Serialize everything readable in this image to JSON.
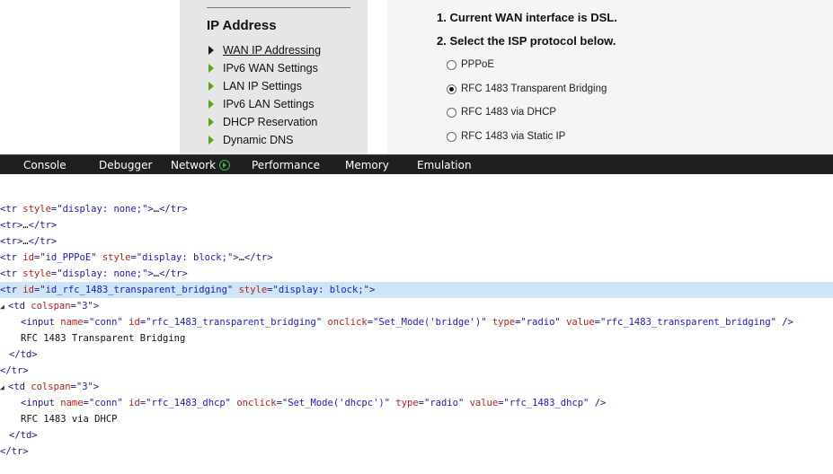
{
  "sidebar": {
    "title": "IP Address",
    "items": [
      {
        "label": "WAN IP Addressing",
        "active": true
      },
      {
        "label": "IPv6 WAN Settings"
      },
      {
        "label": "LAN IP Settings"
      },
      {
        "label": "IPv6 LAN Settings"
      },
      {
        "label": "DHCP Reservation"
      },
      {
        "label": "Dynamic DNS"
      }
    ]
  },
  "main": {
    "step1": "1. Current WAN interface is DSL.",
    "step2": "2. Select the ISP protocol below.",
    "options": [
      {
        "label": "PPPoE",
        "checked": false
      },
      {
        "label": "RFC 1483 Transparent Bridging",
        "checked": true
      },
      {
        "label": "RFC 1483 via DHCP",
        "checked": false
      },
      {
        "label": "RFC 1483 via Static IP",
        "checked": false
      }
    ]
  },
  "devtools": {
    "tabs": [
      "Console",
      "Debugger",
      "Network",
      "Performance",
      "Memory",
      "Emulation"
    ],
    "colors": {
      "toolbar_bg": "#1f1f1f",
      "selected_row": "#cfe4f5",
      "network_icon": "#3fb34f"
    }
  },
  "dom_tree": [
    {
      "caret": "",
      "indent": 0,
      "parts": [
        [
          "tag",
          "<tr "
        ],
        [
          "attr",
          "style"
        ],
        [
          "tag",
          "=\""
        ],
        [
          "val",
          "display: none;"
        ],
        [
          "tag",
          "\">"
        ],
        [
          "txt",
          "…"
        ],
        [
          "tag",
          "</tr>"
        ]
      ]
    },
    {
      "caret": "",
      "indent": 0,
      "parts": [
        [
          "tag",
          "<tr>"
        ],
        [
          "txt",
          "…"
        ],
        [
          "tag",
          "</tr>"
        ]
      ]
    },
    {
      "caret": "",
      "indent": 0,
      "parts": [
        [
          "tag",
          "<tr>"
        ],
        [
          "txt",
          "…"
        ],
        [
          "tag",
          "</tr>"
        ]
      ]
    },
    {
      "caret": "",
      "indent": 0,
      "parts": [
        [
          "tag",
          "<tr "
        ],
        [
          "attr",
          "id"
        ],
        [
          "tag",
          "=\""
        ],
        [
          "val",
          "id_PPPoE"
        ],
        [
          "tag",
          "\" "
        ],
        [
          "attr",
          "style"
        ],
        [
          "tag",
          "=\""
        ],
        [
          "val",
          "display: block;"
        ],
        [
          "tag",
          "\">"
        ],
        [
          "txt",
          "…"
        ],
        [
          "tag",
          "</tr>"
        ]
      ]
    },
    {
      "caret": "",
      "indent": 0,
      "parts": [
        [
          "tag",
          "<tr "
        ],
        [
          "attr",
          "style"
        ],
        [
          "tag",
          "=\""
        ],
        [
          "val",
          "display: none;"
        ],
        [
          "tag",
          "\">"
        ],
        [
          "txt",
          "…"
        ],
        [
          "tag",
          "</tr>"
        ]
      ]
    },
    {
      "caret": "",
      "indent": 0,
      "selected": true,
      "parts": [
        [
          "tag",
          "<tr "
        ],
        [
          "attr",
          "id"
        ],
        [
          "tag",
          "=\""
        ],
        [
          "val",
          "id_rfc_1483_transparent_bridging"
        ],
        [
          "tag",
          "\" "
        ],
        [
          "attr",
          "style"
        ],
        [
          "tag",
          "=\""
        ],
        [
          "val",
          "display: block;"
        ],
        [
          "tag",
          "\">"
        ]
      ]
    },
    {
      "caret": "◢",
      "indent": 1,
      "parts": [
        [
          "tag",
          "<td "
        ],
        [
          "attr",
          "colspan"
        ],
        [
          "tag",
          "=\""
        ],
        [
          "val",
          "3"
        ],
        [
          "tag",
          "\">"
        ]
      ]
    },
    {
      "caret": "",
      "indent": 3,
      "parts": [
        [
          "tag",
          "<input "
        ],
        [
          "attr",
          "name"
        ],
        [
          "tag",
          "=\""
        ],
        [
          "val",
          "conn"
        ],
        [
          "tag",
          "\" "
        ],
        [
          "attr",
          "id"
        ],
        [
          "tag",
          "=\""
        ],
        [
          "val",
          "rfc_1483_transparent_bridging"
        ],
        [
          "tag",
          "\" "
        ],
        [
          "attr",
          "onclick"
        ],
        [
          "tag",
          "=\""
        ],
        [
          "val",
          "Set_Mode('bridge')"
        ],
        [
          "tag",
          "\" "
        ],
        [
          "attr",
          "type"
        ],
        [
          "tag",
          "=\""
        ],
        [
          "val",
          "radio"
        ],
        [
          "tag",
          "\" "
        ],
        [
          "attr",
          "value"
        ],
        [
          "tag",
          "=\""
        ],
        [
          "val",
          "rfc_1483_transparent_bridging"
        ],
        [
          "tag",
          "\" />"
        ]
      ]
    },
    {
      "caret": "",
      "indent": 3,
      "parts": [
        [
          "txt",
          "RFC 1483 Transparent Bridging"
        ]
      ]
    },
    {
      "caret": "",
      "indent": 2,
      "parts": [
        [
          "tag",
          "</td>"
        ]
      ]
    },
    {
      "caret": "",
      "indent": 0,
      "parts": [
        [
          "tag",
          "</tr>"
        ]
      ]
    },
    {
      "caret": "◢",
      "indent": 1,
      "parts": [
        [
          "tag",
          "<td "
        ],
        [
          "attr",
          "colspan"
        ],
        [
          "tag",
          "=\""
        ],
        [
          "val",
          "3"
        ],
        [
          "tag",
          "\">"
        ]
      ]
    },
    {
      "caret": "",
      "indent": 3,
      "parts": [
        [
          "tag",
          "<input "
        ],
        [
          "attr",
          "name"
        ],
        [
          "tag",
          "=\""
        ],
        [
          "val",
          "conn"
        ],
        [
          "tag",
          "\" "
        ],
        [
          "attr",
          "id"
        ],
        [
          "tag",
          "=\""
        ],
        [
          "val",
          "rfc_1483_dhcp"
        ],
        [
          "tag",
          "\" "
        ],
        [
          "attr",
          "onclick"
        ],
        [
          "tag",
          "=\""
        ],
        [
          "val",
          "Set_Mode('dhcpc')"
        ],
        [
          "tag",
          "\" "
        ],
        [
          "attr",
          "type"
        ],
        [
          "tag",
          "=\""
        ],
        [
          "val",
          "radio"
        ],
        [
          "tag",
          "\" "
        ],
        [
          "attr",
          "value"
        ],
        [
          "tag",
          "=\""
        ],
        [
          "val",
          "rfc_1483_dhcp"
        ],
        [
          "tag",
          "\" />"
        ]
      ]
    },
    {
      "caret": "",
      "indent": 3,
      "parts": [
        [
          "txt",
          "RFC 1483 via DHCP"
        ]
      ]
    },
    {
      "caret": "",
      "indent": 2,
      "parts": [
        [
          "tag",
          "</td>"
        ]
      ]
    },
    {
      "caret": "",
      "indent": 0,
      "parts": [
        [
          "tag",
          "</tr>"
        ]
      ]
    }
  ]
}
